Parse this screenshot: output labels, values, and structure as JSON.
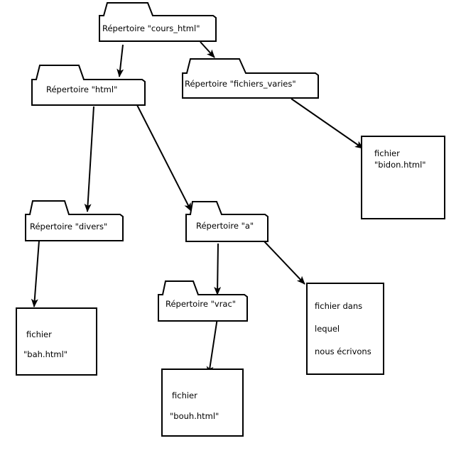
{
  "folders": {
    "cours_html": "Répertoire \"cours_html\"",
    "html": "Répertoire \"html\"",
    "fichiers_varies": "Répertoire \"fichiers_varies\"",
    "divers": "Répertoire \"divers\"",
    "a": "Répertoire \"a\"",
    "vrac": "Répertoire \"vrac\""
  },
  "files": {
    "bidon": [
      "fichier",
      "\"bidon.html\""
    ],
    "bah": [
      "fichier",
      "\"bah.html\""
    ],
    "bouh": [
      "fichier",
      "\"bouh.html\""
    ],
    "ecrivons": [
      "fichier dans",
      "lequel",
      "nous écrivons"
    ]
  }
}
